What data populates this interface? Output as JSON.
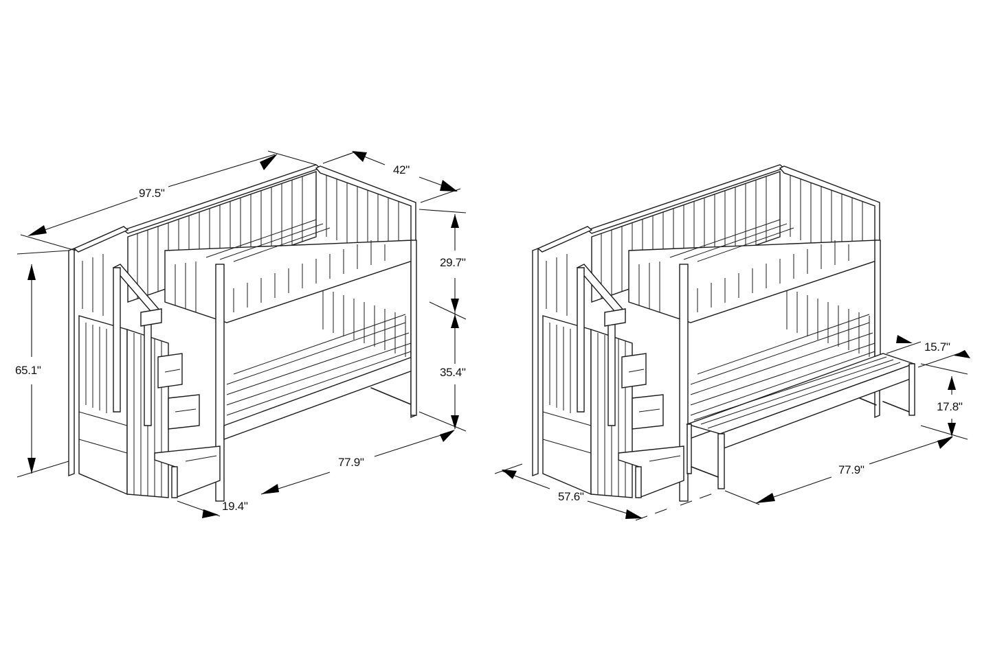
{
  "diagram": {
    "type": "furniture-dimension-drawing",
    "left_view": {
      "description": "Twin-over-twin staircase bunk bed",
      "dimensions": {
        "overall_length": "97.5\"",
        "depth": "42\"",
        "overall_height": "65.1\"",
        "top_bunk_guardrail_height": "29.7\"",
        "bottom_bunk_clearance": "35.4\"",
        "bed_length": "77.9\"",
        "stair_depth": "19.4\""
      }
    },
    "right_view": {
      "description": "Staircase bunk bed with trundle extended",
      "dimensions": {
        "trundle_width": "15.7\"",
        "trundle_height": "17.8\"",
        "bed_length": "77.9\"",
        "overall_width_with_trundle": "57.6\""
      }
    },
    "colors": {
      "line": "#1a1a1a",
      "background": "#ffffff"
    }
  }
}
